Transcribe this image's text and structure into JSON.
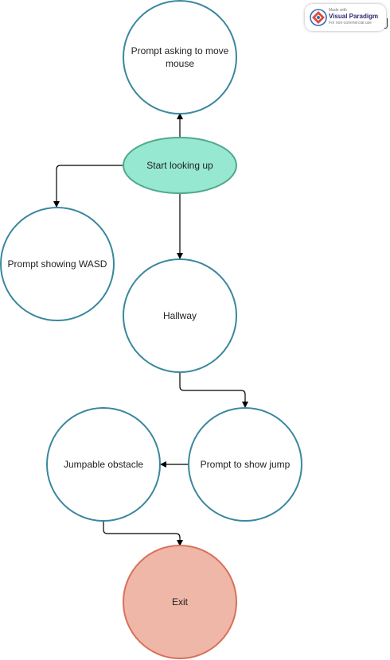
{
  "diagram": {
    "nodes": {
      "prompt_mouse": {
        "line1": "Prompt asking to move",
        "line2": "mouse"
      },
      "start": {
        "label": "Start looking up"
      },
      "prompt_wasd": {
        "label": "Prompt showing WASD"
      },
      "hallway": {
        "label": "Hallway"
      },
      "jumpable": {
        "label": "Jumpable obstacle"
      },
      "prompt_jump": {
        "label": "Prompt to show jump"
      },
      "exit": {
        "label": "Exit"
      }
    },
    "colors": {
      "circle_stroke": "#3a879e",
      "circle_fill": "#ffffff",
      "start_fill": "#96e8d0",
      "start_stroke": "#50a88c",
      "exit_fill": "#eeb7a8",
      "exit_stroke": "#d9705a",
      "edge": "#000000"
    }
  },
  "watermark": {
    "small": "Made with",
    "brand": "Visual Paradigm",
    "note": "For non-commercial use",
    "logo_icon": "visual-paradigm-logo-icon"
  }
}
